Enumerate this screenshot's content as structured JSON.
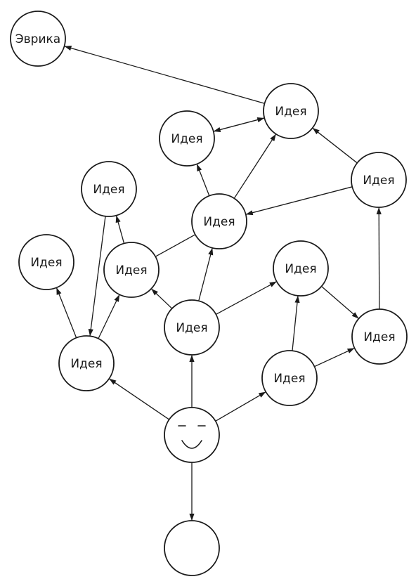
{
  "diagram": {
    "nodes": [
      {
        "id": "eureka",
        "label": "Эврика"
      },
      {
        "id": "n1",
        "label": "Идея"
      },
      {
        "id": "n2",
        "label": "Идея"
      },
      {
        "id": "n3",
        "label": "Идея"
      },
      {
        "id": "n4",
        "label": "Идея"
      },
      {
        "id": "n5",
        "label": "Идея"
      },
      {
        "id": "n6",
        "label": "Идея"
      },
      {
        "id": "n7",
        "label": "Идея"
      },
      {
        "id": "n8",
        "label": "Идея"
      },
      {
        "id": "n9",
        "label": "Идея"
      },
      {
        "id": "n10",
        "label": "Идея"
      },
      {
        "id": "n11",
        "label": "Идея"
      },
      {
        "id": "n12",
        "label": "Идея"
      },
      {
        "id": "face",
        "label": ""
      },
      {
        "id": "empty",
        "label": ""
      }
    ],
    "edges": [
      {
        "from": "n1",
        "to": "eureka",
        "type": "arrow"
      },
      {
        "from": "n1",
        "to": "n2",
        "type": "double"
      },
      {
        "from": "n3",
        "to": "n1",
        "type": "arrow"
      },
      {
        "from": "n5",
        "to": "n2",
        "type": "arrow"
      },
      {
        "from": "n5",
        "to": "n1",
        "type": "arrow"
      },
      {
        "from": "n3",
        "to": "n5",
        "type": "arrow"
      },
      {
        "from": "n7",
        "to": "n5",
        "type": "line"
      },
      {
        "from": "n7",
        "to": "n4",
        "type": "arrow"
      },
      {
        "from": "n4",
        "to": "n10",
        "type": "arrow"
      },
      {
        "from": "n10",
        "to": "n6",
        "type": "arrow"
      },
      {
        "from": "n10",
        "to": "n7",
        "type": "arrow"
      },
      {
        "from": "n9",
        "to": "n7",
        "type": "arrow"
      },
      {
        "from": "n9",
        "to": "n5",
        "type": "arrow"
      },
      {
        "from": "n9",
        "to": "n8",
        "type": "arrow"
      },
      {
        "from": "n8",
        "to": "n11",
        "type": "arrow"
      },
      {
        "from": "n11",
        "to": "n3",
        "type": "arrow"
      },
      {
        "from": "n12",
        "to": "n8",
        "type": "arrow"
      },
      {
        "from": "n12",
        "to": "n11",
        "type": "arrow"
      },
      {
        "from": "face",
        "to": "n10",
        "type": "arrow"
      },
      {
        "from": "face",
        "to": "n9",
        "type": "arrow"
      },
      {
        "from": "face",
        "to": "n12",
        "type": "arrow"
      },
      {
        "from": "face",
        "to": "empty",
        "type": "arrow"
      }
    ]
  }
}
